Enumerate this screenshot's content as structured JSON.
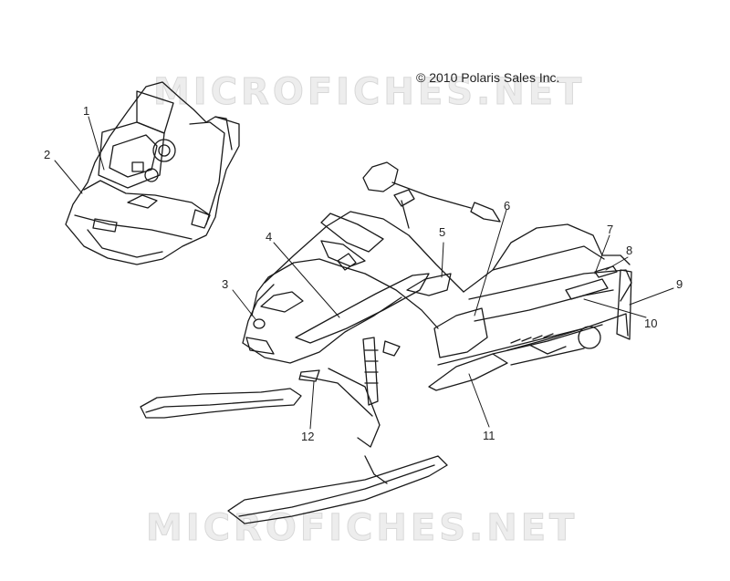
{
  "copyright": "© 2010 Polaris Sales Inc.",
  "watermark": "MICROFICHES.NET",
  "callouts": [
    "1",
    "2",
    "3",
    "4",
    "5",
    "6",
    "7",
    "8",
    "9",
    "10",
    "11",
    "12"
  ]
}
